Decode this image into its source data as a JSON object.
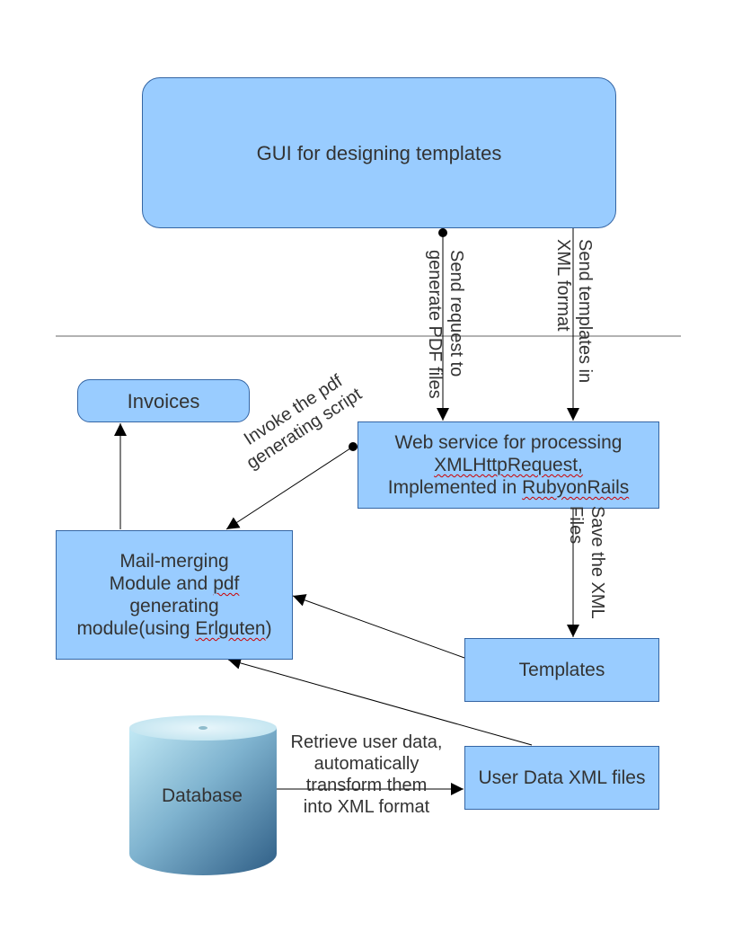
{
  "diagram": {
    "gui_box": {
      "label": "GUI for designing templates"
    },
    "invoices_box": {
      "label": "Invoices"
    },
    "webservice_box": {
      "line1": "Web service for processing",
      "line2": "XMLHttpRequest,",
      "line3_prefix": "Implemented in ",
      "line3_word": "RubyonRails"
    },
    "mailmerge_box": {
      "line1": "Mail-merging",
      "line2_prefix": "Module and ",
      "line2_word": "pdf",
      "line3": "generating",
      "line4_prefix": "module(using ",
      "line4_word": "Erlguten",
      "line4_suffix": ")"
    },
    "templates_box": {
      "label": "Templates"
    },
    "userdata_box": {
      "label": "User Data XML files"
    },
    "database": {
      "label": "Database"
    },
    "edge_labels": {
      "send_request_line1": "Send request to",
      "send_request_line2": "generate PDF files",
      "send_templates_line1": "Send templates in",
      "send_templates_line2": "XML format",
      "invoke_line1": "Invoke the pdf",
      "invoke_line2": "generating script",
      "save_xml_line1": "Save the XML",
      "save_xml_line2": "Files",
      "retrieve_line1": "Retrieve user data,",
      "retrieve_line2": "automatically",
      "retrieve_line3": "transform them",
      "retrieve_line4": "into XML format"
    }
  },
  "colors": {
    "box_fill": "#99ccff",
    "box_border": "#3465a4",
    "text": "#333333",
    "spellcheck_underline": "#cc0000"
  }
}
